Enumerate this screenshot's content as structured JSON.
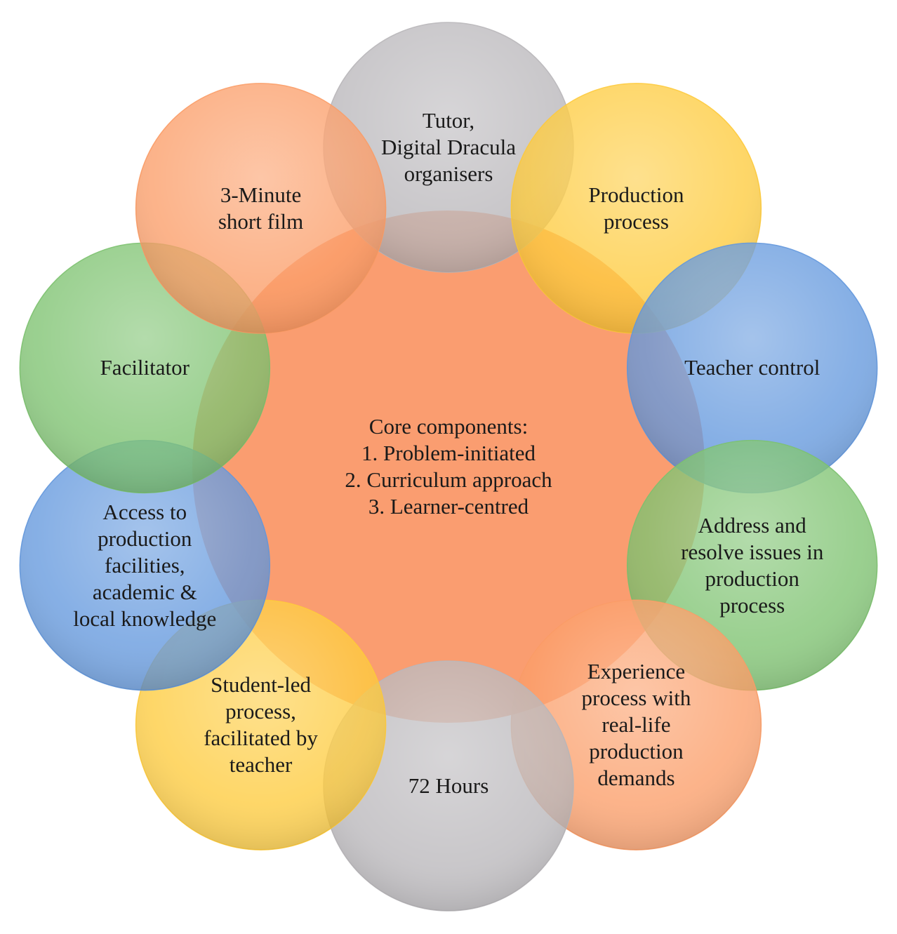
{
  "center": {
    "color": "#fa9d70",
    "lines": [
      "Core components:",
      "1. Problem-initiated",
      "2. Curriculum approach",
      "3. Learner-centred"
    ]
  },
  "nodes": [
    {
      "id": "tutor",
      "color": "#b7b5b8",
      "lines": [
        "Tutor,",
        "Digital Dracula",
        "organisers"
      ]
    },
    {
      "id": "production-process",
      "color": "#fec936",
      "lines": [
        "Production",
        "process"
      ]
    },
    {
      "id": "teacher-control",
      "color": "#5e95dc",
      "lines": [
        "Teacher  control"
      ]
    },
    {
      "id": "address-issues",
      "color": "#79c06a",
      "lines": [
        "Address  and",
        "resolve issues in",
        "production",
        "process"
      ]
    },
    {
      "id": "experience-process",
      "color": "#fb9a63",
      "lines": [
        "Experience",
        "process with",
        "real-life",
        "production",
        "demands"
      ]
    },
    {
      "id": "72-hours",
      "color": "#b7b5b8",
      "lines": [
        "72 Hours"
      ]
    },
    {
      "id": "student-led",
      "color": "#fec936",
      "lines": [
        "Student-led",
        "process,",
        "facilitated by",
        "teacher"
      ]
    },
    {
      "id": "access-facilities",
      "color": "#5e95dc",
      "lines": [
        "Access  to",
        "production",
        "facilities,",
        "academic  &",
        "local knowledge"
      ]
    },
    {
      "id": "facilitator",
      "color": "#79c06a",
      "lines": [
        "Facilitator"
      ]
    },
    {
      "id": "short-film",
      "color": "#fb9a63",
      "lines": [
        "3-Minute",
        "short film"
      ]
    }
  ]
}
